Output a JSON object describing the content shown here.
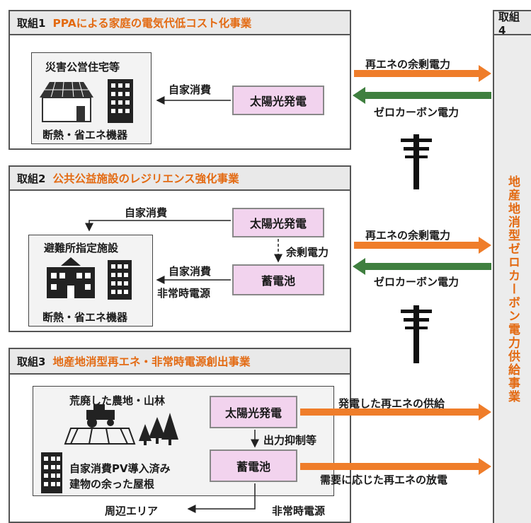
{
  "group1": {
    "tag": "取組1",
    "title": "PPAによる家庭の電気代低コスト化事業",
    "building": "災害公営住宅等",
    "equipment": "断熱・省エネ機器",
    "solar": "太陽光発電",
    "self_consumption": "自家消費"
  },
  "group2": {
    "tag": "取組2",
    "title": "公共公益施設のレジリエンス強化事業",
    "building": "避難所指定施設",
    "equipment": "断熱・省エネ機器",
    "solar": "太陽光発電",
    "battery": "蓄電池",
    "self_consumption_top": "自家消費",
    "surplus": "余剰電力",
    "self_consumption": "自家消費",
    "emergency": "非常時電源"
  },
  "group3": {
    "tag": "取組3",
    "title": "地産地消型再エネ・非常時電源創出事業",
    "land": "荒廃した農地・山林",
    "roof": "自家消費PV導入済み\n建物の余った屋根",
    "solar": "太陽光発電",
    "battery": "蓄電池",
    "curtail": "出力抑制等",
    "area": "周辺エリア",
    "emergency": "非常時電源"
  },
  "group4": {
    "tag": "取組4",
    "vertical_title": "地産地消型ゼロカーボン電力供給事業"
  },
  "flows": {
    "surplus_re": "再エネの余剰電力",
    "zero_carbon": "ゼロカーボン電力",
    "supply_re": "発電した再エネの供給",
    "discharge_re": "需要に応じた再エネの放電"
  },
  "colors": {
    "accent": "#e36a12",
    "orange_arrow": "#ef7d2a",
    "green_arrow": "#3f7f3f",
    "pink_box": "#f2d3ee"
  }
}
